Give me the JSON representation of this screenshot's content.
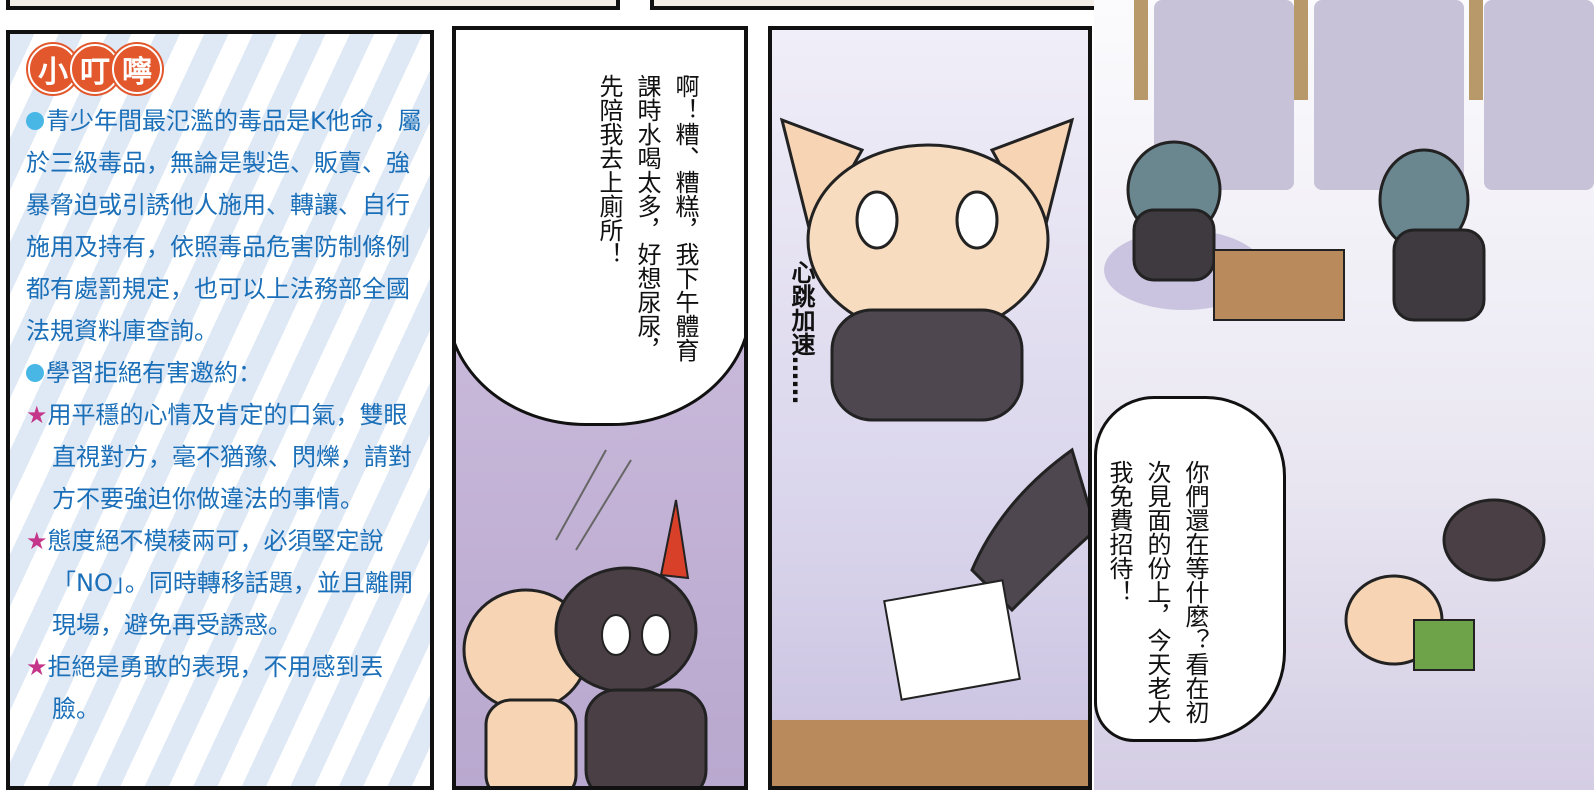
{
  "tips": {
    "title": [
      "小",
      "叮",
      "嚀"
    ],
    "para1": "青少年間最氾濫的毒品是K他命，屬於三級毒品，無論是製造、販賣、強暴脅迫或引誘他人施用、轉讓、自行施用及持有，依照毒品危害防制條例都有處罰規定，也可以上法務部全國法規資料庫查詢。",
    "para2": "學習拒絕有害邀約：",
    "star1": "用平穩的心情及肯定的口氣，雙眼直視對方，毫不猶豫、閃爍，請對方不要強迫你做違法的事情。",
    "star2": "態度絕不模稜兩可，必須堅定說「NO」。同時轉移話題，並且離開現場，避免再受誘惑。",
    "star3": "拒絕是勇敢的表現，不用感到丟臉。",
    "star_symbol": "★"
  },
  "panel2": {
    "speech": "啊！糟、糟糕，我下午體育課時水喝太多，好想尿尿，先陪我去上廁所！"
  },
  "panel3": {
    "caption": "心跳加速……"
  },
  "panel4": {
    "speech": "你們還在等什麼？看在初次見面的份上，今天老大我免費招待！"
  }
}
